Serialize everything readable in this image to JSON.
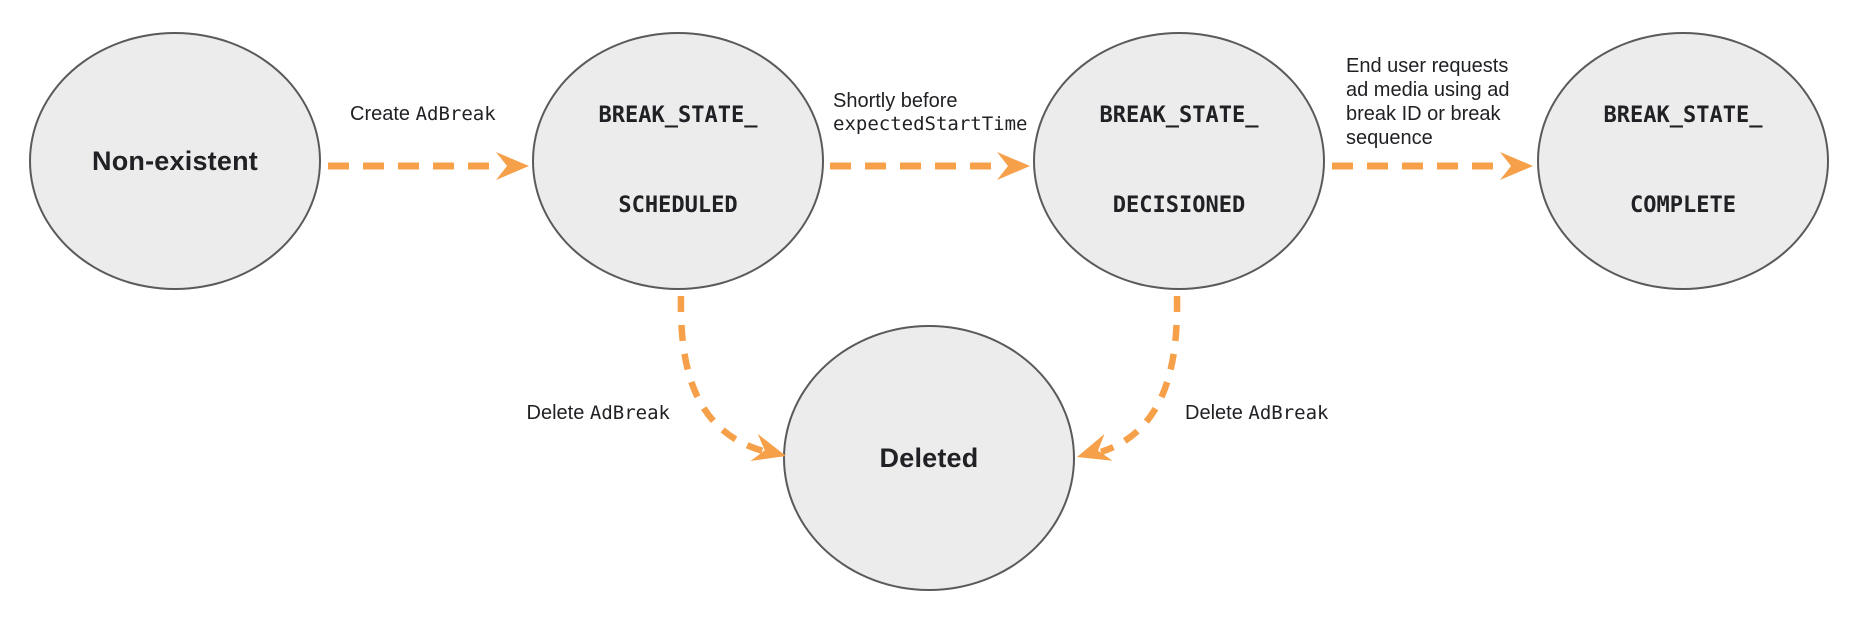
{
  "colors": {
    "node_fill": "#ececec",
    "node_stroke": "#5a5a5a",
    "arrow": "#f6a04a",
    "text": "#202124",
    "background": "#ffffff"
  },
  "states": {
    "non_existent": {
      "label": "Non-existent"
    },
    "scheduled": {
      "line1": "BREAK_STATE_",
      "line2": "SCHEDULED"
    },
    "decisioned": {
      "line1": "BREAK_STATE_",
      "line2": "DECISIONED"
    },
    "complete": {
      "line1": "BREAK_STATE_",
      "line2": "COMPLETE"
    },
    "deleted": {
      "label": "Deleted"
    }
  },
  "transitions": {
    "create": {
      "text": "Create ",
      "code": "AdBreak"
    },
    "decision": {
      "line1": "Shortly before",
      "code": "expectedStartTime"
    },
    "complete": {
      "line1": "End user requests",
      "line2": "ad media using ad",
      "line3": "break ID or break",
      "line4": "sequence"
    },
    "delete_left": {
      "text": "Delete ",
      "code": "AdBreak"
    },
    "delete_right": {
      "text": "Delete ",
      "code": "AdBreak"
    }
  }
}
